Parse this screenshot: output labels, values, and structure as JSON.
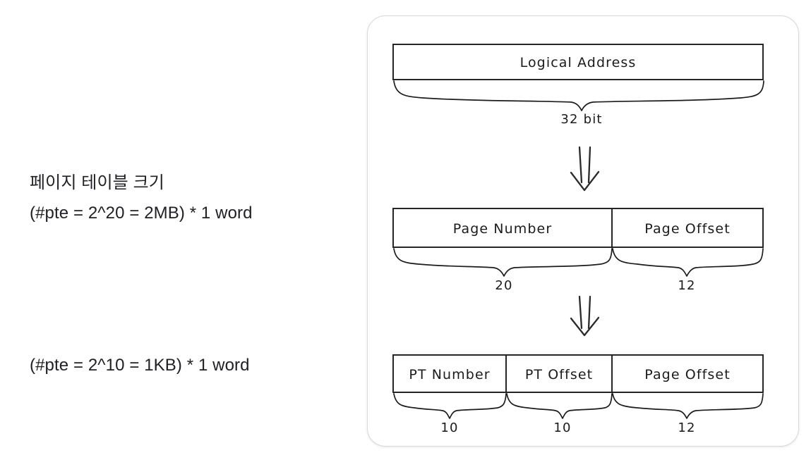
{
  "notes": {
    "block1": [
      "페이지 테이블 크기",
      "(#pte = 2^20 = 2MB) * 1 word"
    ],
    "block2": [
      "(#pte = 2^10 = 1KB) * 1 word"
    ]
  },
  "diagram": {
    "title": "logical-address-paging-split",
    "rows": [
      {
        "id": "row-logical-address",
        "fields": [
          {
            "label": "Logical Address",
            "bits": "32 bit"
          }
        ]
      },
      {
        "id": "row-one-level",
        "fields": [
          {
            "label": "Page Number",
            "bits": "20"
          },
          {
            "label": "Page Offset",
            "bits": "12"
          }
        ]
      },
      {
        "id": "row-two-level",
        "fields": [
          {
            "label": "PT Number",
            "bits": "10"
          },
          {
            "label": "PT Offset",
            "bits": "10"
          },
          {
            "label": "Page Offset",
            "bits": "12"
          }
        ]
      }
    ],
    "arrows": [
      {
        "id": "arrow-1",
        "direction": "down"
      },
      {
        "id": "arrow-2",
        "direction": "down"
      }
    ],
    "colors": {
      "panel_border": "#d9d9d9",
      "ink": "#1b1b1b",
      "background": "#ffffff",
      "text": "#202124"
    }
  }
}
